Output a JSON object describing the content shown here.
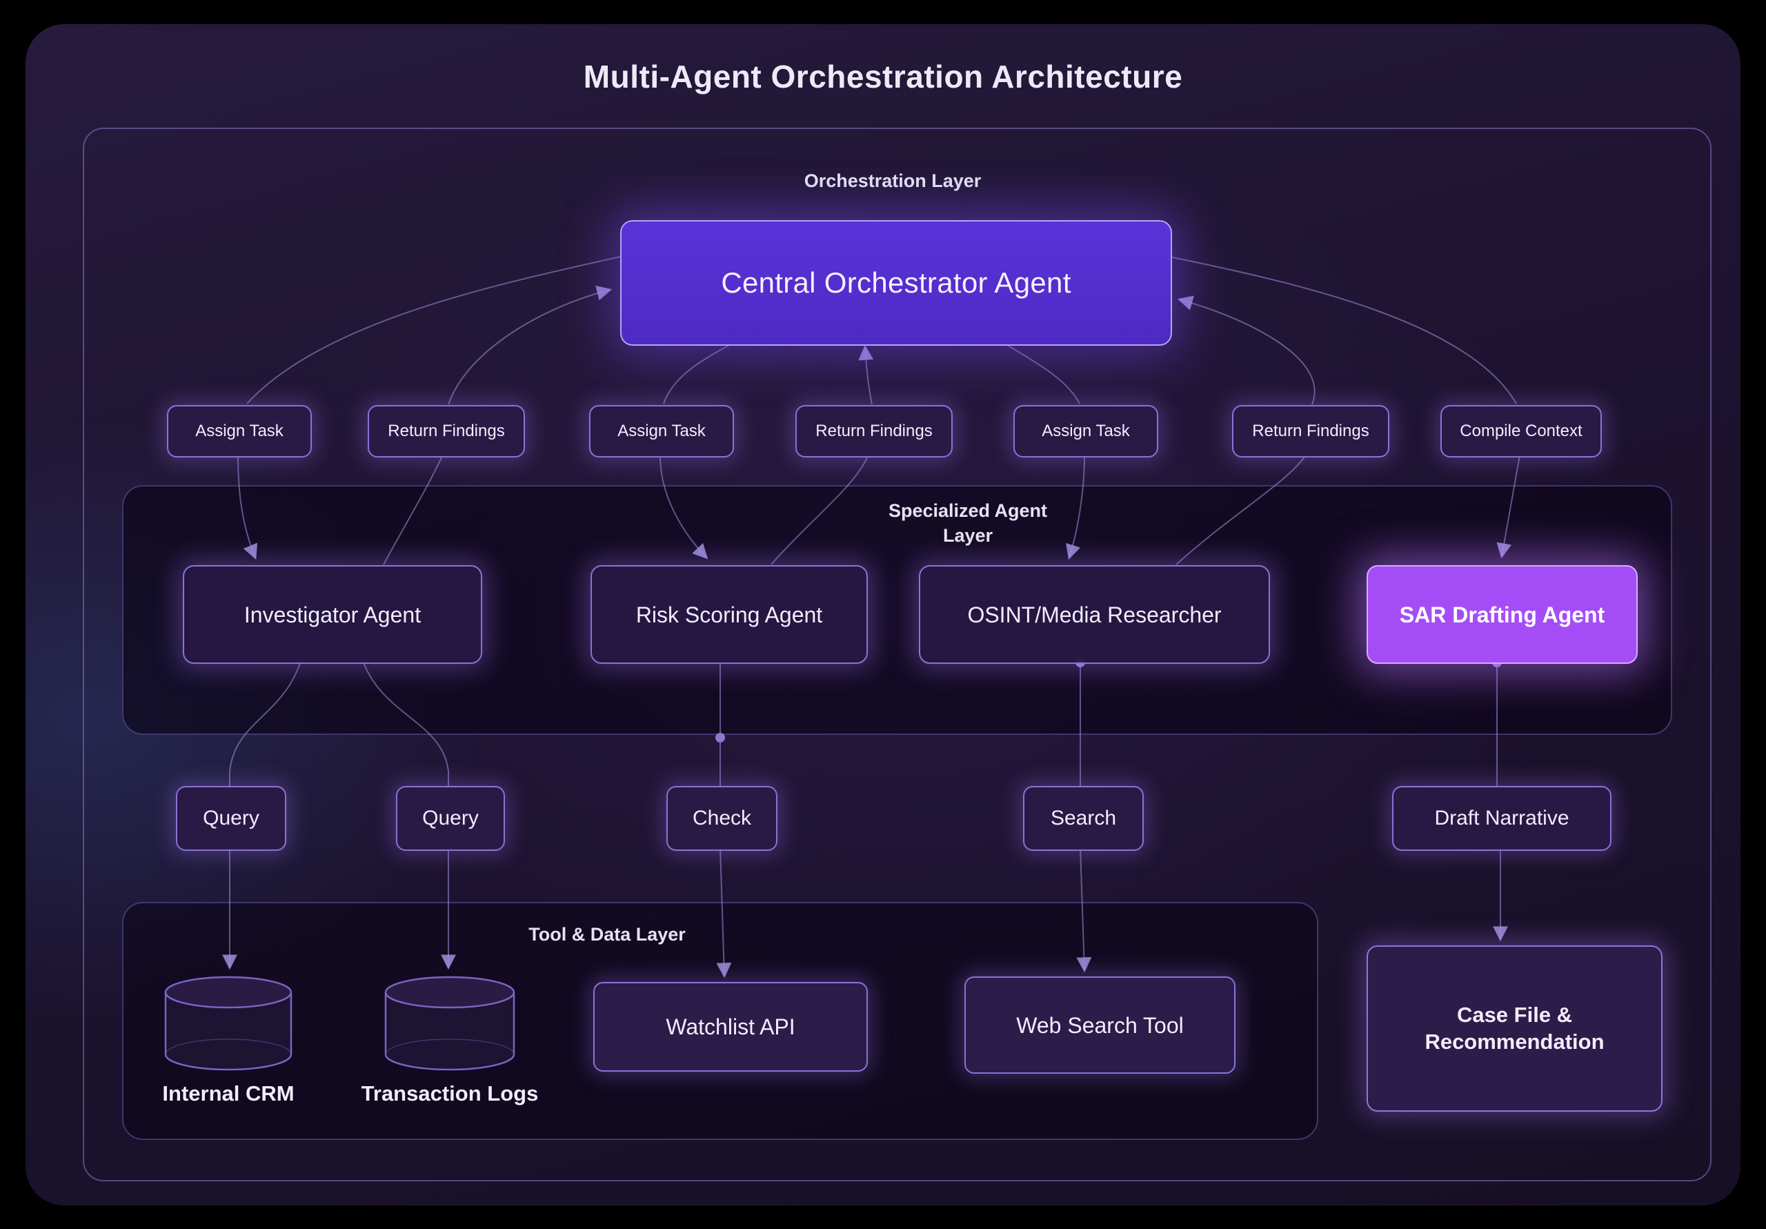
{
  "title": "Multi-Agent Orchestration Architecture",
  "orchestration_layer": {
    "label": "Orchestration Layer",
    "orchestrator_label": "Central Orchestrator Agent"
  },
  "task_row": [
    {
      "label": "Assign Task"
    },
    {
      "label": "Return Findings"
    },
    {
      "label": "Assign Task"
    },
    {
      "label": "Return Findings"
    },
    {
      "label": "Assign Task"
    },
    {
      "label": "Return Findings"
    },
    {
      "label": "Compile Context"
    }
  ],
  "specialized_layer": {
    "label": "Specialized Agent Layer",
    "agents": [
      {
        "label": "Investigator Agent"
      },
      {
        "label": "Risk Scoring Agent"
      },
      {
        "label": "OSINT/Media Researcher"
      },
      {
        "label": "SAR Drafting Agent",
        "highlight": true
      }
    ]
  },
  "action_row": [
    {
      "label": "Query"
    },
    {
      "label": "Query"
    },
    {
      "label": "Check"
    },
    {
      "label": "Search"
    },
    {
      "label": "Draft Narrative"
    }
  ],
  "tool_layer": {
    "label": "Tool & Data Layer",
    "datastores": [
      {
        "label": "Internal CRM"
      },
      {
        "label": "Transaction Logs"
      }
    ],
    "tools": [
      {
        "label": "Watchlist API"
      },
      {
        "label": "Web Search Tool"
      }
    ]
  },
  "output_node": {
    "label": "Case File & Recommendation"
  },
  "colors": {
    "background": "#000000",
    "card": "#1e142f",
    "orchestrator_fill": "#5230cd",
    "highlight_fill": "#a44df7",
    "node_fill": "#2b1b48",
    "node_border": "#8b72d8",
    "connector": "#a091dd",
    "text": "#f1edfb"
  }
}
